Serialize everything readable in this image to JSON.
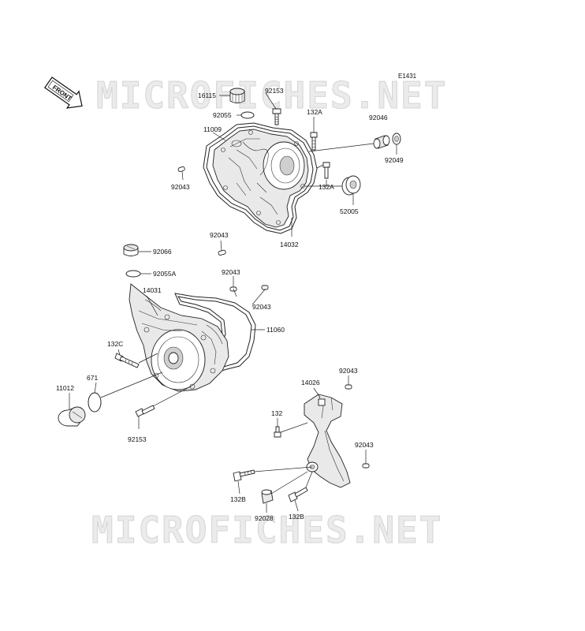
{
  "watermark": "MICROFICHES.NET",
  "diagram_code": "E1431",
  "front_label": "FRONT",
  "labels": {
    "p16115": "16115",
    "p92153_top": "92153",
    "p92055": "92055",
    "p11009": "11009",
    "p132A_top": "132A",
    "p92046": "92046",
    "p92049": "92049",
    "p92043_a": "92043",
    "p132A_mid": "132A",
    "p52005": "52005",
    "p92043_b": "92043",
    "p14032": "14032",
    "p92066": "92066",
    "p92055A": "92055A",
    "p92043_c": "92043",
    "p14031": "14031",
    "p92043_d": "92043",
    "p11060": "11060",
    "p132C": "132C",
    "p671": "671",
    "p11012": "11012",
    "p92153_bot": "92153",
    "p92043_e": "92043",
    "p14026": "14026",
    "p132": "132",
    "p92043_f": "92043",
    "p132B_left": "132B",
    "p92028": "92028",
    "p132B_right": "132B"
  }
}
